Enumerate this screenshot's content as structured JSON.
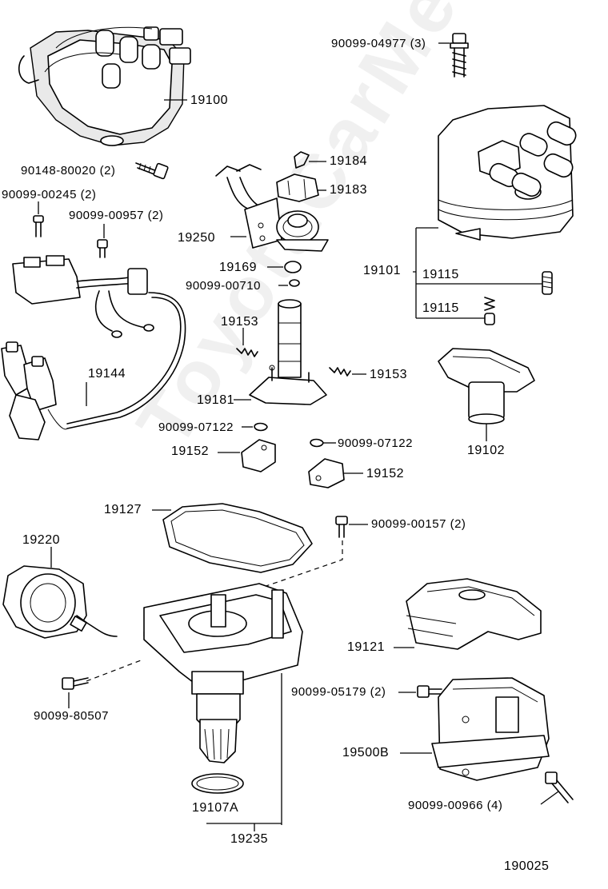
{
  "watermark": "ToyotaCarMenu",
  "diagram_code": "190025",
  "labels": {
    "p19100": "19100",
    "p90099_04977": "90099-04977 (3)",
    "p90148_80020": "90148-80020 (2)",
    "p90099_00245": "90099-00245 (2)",
    "p90099_00957": "90099-00957 (2)",
    "p19184": "19184",
    "p19183": "19183",
    "p19250": "19250",
    "p19169": "19169",
    "p90099_00710": "90099-00710",
    "p19101": "19101",
    "p19115a": "19115",
    "p19115b": "19115",
    "p19153a": "19153",
    "p19153b": "19153",
    "p19144": "19144",
    "p19181": "19181",
    "p90099_07122a": "90099-07122",
    "p90099_07122b": "90099-07122",
    "p19102": "19102",
    "p19152a": "19152",
    "p19152b": "19152",
    "p19127": "19127",
    "p90099_00157": "90099-00157 (2)",
    "p19220": "19220",
    "p19121": "19121",
    "p90099_05179": "90099-05179 (2)",
    "p90099_80507": "90099-80507",
    "p19500B": "19500B",
    "p90099_00966": "90099-00966 (4)",
    "p19107A": "19107A",
    "p19235": "19235"
  }
}
